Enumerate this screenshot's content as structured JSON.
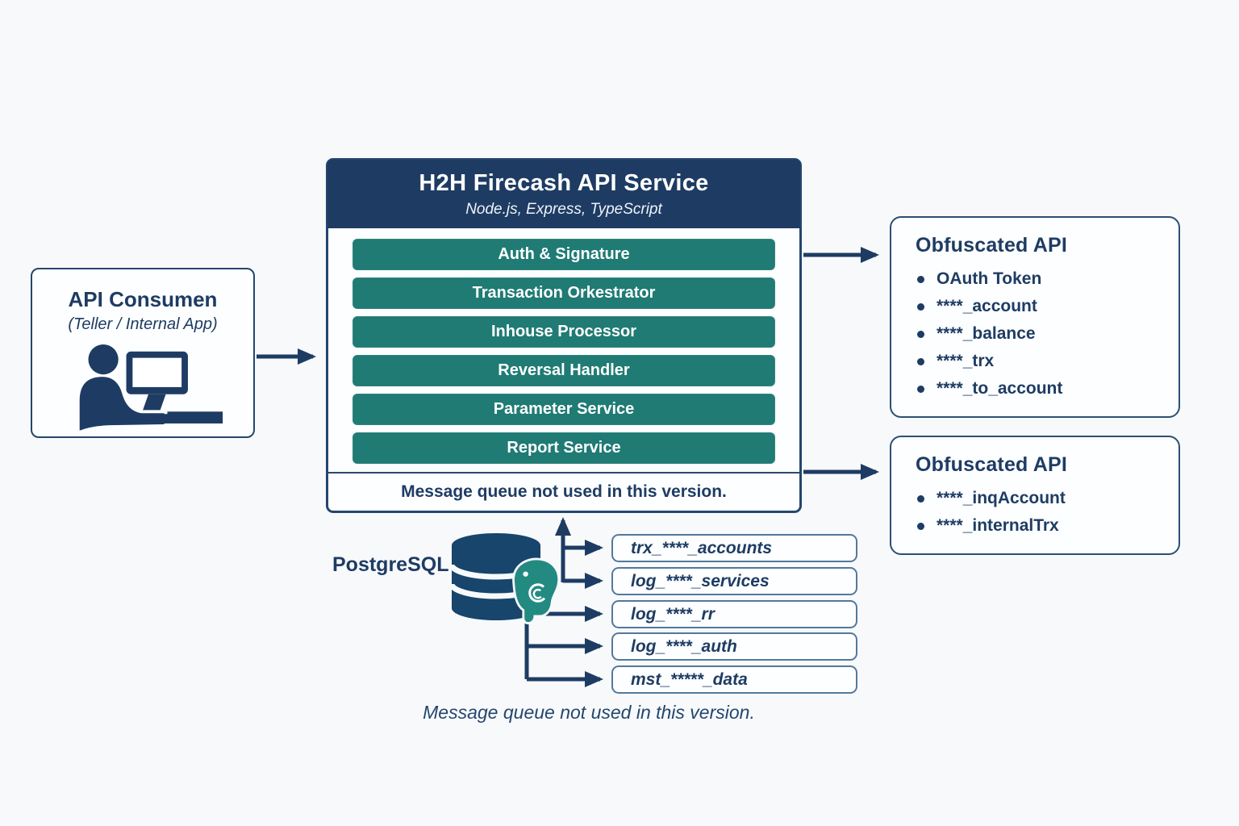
{
  "palette": {
    "navy": "#1e3c63",
    "teal": "#1f7b74",
    "background": "#f7f9fb",
    "box_border": "#24466e"
  },
  "service_box": {
    "title": "H2H Firecash API Service",
    "subtitle": "Node.js, Express, TypeScript",
    "modules": [
      "Auth & Signature",
      "Transaction Orkestrator",
      "Inhouse Processor",
      "Reversal Handler",
      "Parameter Service",
      "Report Service"
    ],
    "footnote": "Message queue not used in this version."
  },
  "consumer_box": {
    "title": "API Consumen",
    "subtitle": "(Teller / Internal App)",
    "icon": "person-at-computer-icon"
  },
  "obfuscated_api": [
    {
      "title": "Obfuscated API",
      "items": [
        "OAuth Token",
        "****_account",
        "****_balance",
        "****_trx",
        "****_to_account"
      ]
    },
    {
      "title": "Obfuscated API",
      "items": [
        "****_inqAccount",
        "****_internalTrx"
      ]
    }
  ],
  "database": {
    "label": "PostgreSQL",
    "icon": "database-cylinder-icon",
    "logo": "postgresql-elephant-icon",
    "tables": [
      "trx_****_accounts",
      "log_****_services",
      "log_****_rr",
      "log_****_auth",
      "mst_*****_data"
    ]
  },
  "bottom_note": "Message queue not used in this version."
}
